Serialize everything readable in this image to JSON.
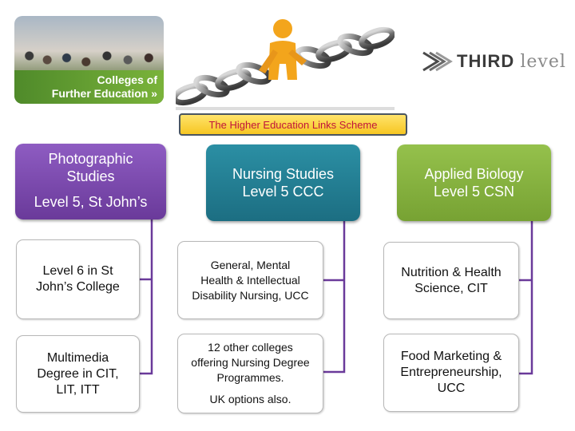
{
  "banner": {
    "colleges_line1": "Colleges of",
    "colleges_line2": "Further Education »",
    "logo_bold": "THIRD",
    "logo_light": "level"
  },
  "scheme_title": "The Higher Education Links Scheme",
  "columns": [
    {
      "header_line1": "Photographic",
      "header_line2": "Studies",
      "header_line3": "Level 5, St John’s",
      "box1": [
        "Level 6 in St",
        "John’s College"
      ],
      "box2": [
        "Multimedia",
        "Degree in CIT,",
        "LIT, ITT"
      ]
    },
    {
      "header_line1": "Nursing Studies",
      "header_line2": "Level 5 CCC",
      "box1": [
        "General, Mental",
        "Health & Intellectual",
        "Disability Nursing, UCC"
      ],
      "box2": [
        "12 other colleges",
        "offering Nursing Degree",
        "Programmes."
      ],
      "box2_note": "UK options also."
    },
    {
      "header_line1": "Applied Biology",
      "header_line2": "Level 5 CSN",
      "box1": [
        "Nutrition & Health",
        "Science, CIT"
      ],
      "box2": [
        "Food Marketing &",
        "Entrepreneurship,",
        "UCC"
      ]
    }
  ],
  "colors": {
    "purple": "#7b4aae",
    "teal": "#237f93",
    "green": "#86b340",
    "connector": "#6a3a9a",
    "scheme_text": "#c0143c",
    "scheme_bg": "#f8d040"
  },
  "icons": [
    "crowd-photo",
    "chain-person-icon",
    "third-level-logo-icon"
  ]
}
